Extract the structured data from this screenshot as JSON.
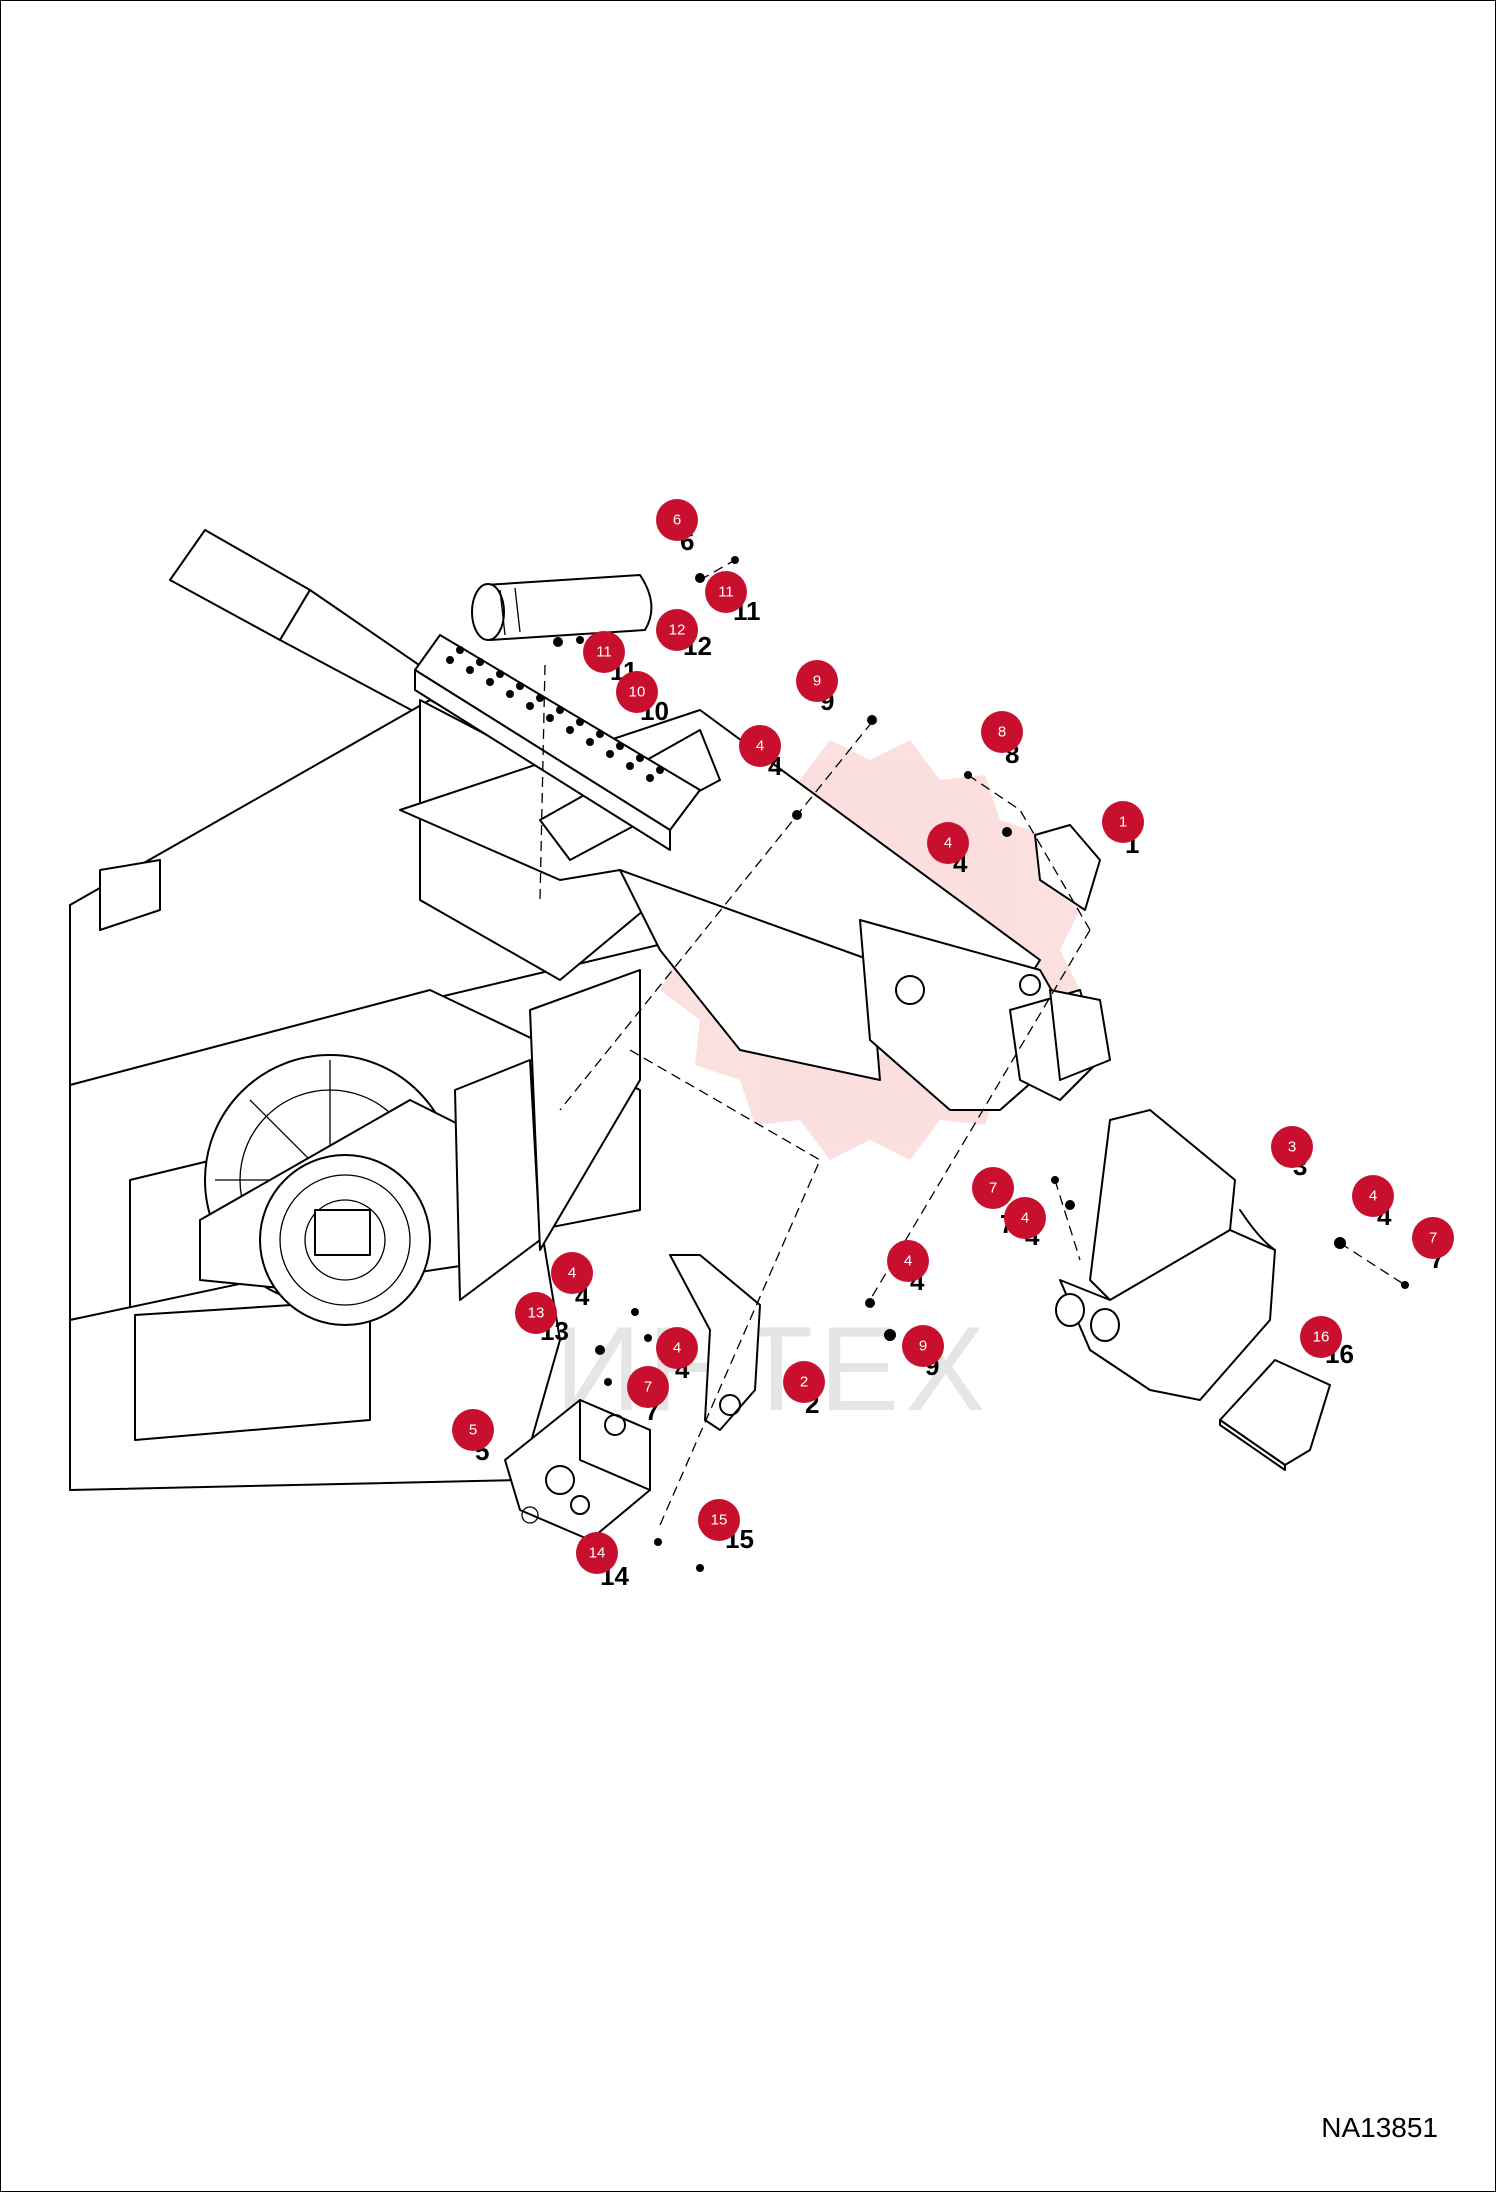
{
  "drawing_code": "NA13851",
  "watermark_text": "ИНТЕХ",
  "colors": {
    "badge": "#c8102e",
    "watermark": "#f4c2c2"
  },
  "callouts": [
    {
      "label": "1"
    },
    {
      "label": "2"
    },
    {
      "label": "3"
    },
    {
      "label": "4"
    },
    {
      "label": "4"
    },
    {
      "label": "4"
    },
    {
      "label": "4"
    },
    {
      "label": "4"
    },
    {
      "label": "4"
    },
    {
      "label": "4"
    },
    {
      "label": "5"
    },
    {
      "label": "6"
    },
    {
      "label": "7"
    },
    {
      "label": "7"
    },
    {
      "label": "7"
    },
    {
      "label": "8"
    },
    {
      "label": "9"
    },
    {
      "label": "9"
    },
    {
      "label": "10"
    },
    {
      "label": "11"
    },
    {
      "label": "11"
    },
    {
      "label": "12"
    },
    {
      "label": "13"
    },
    {
      "label": "14"
    },
    {
      "label": "15"
    },
    {
      "label": "16"
    }
  ]
}
